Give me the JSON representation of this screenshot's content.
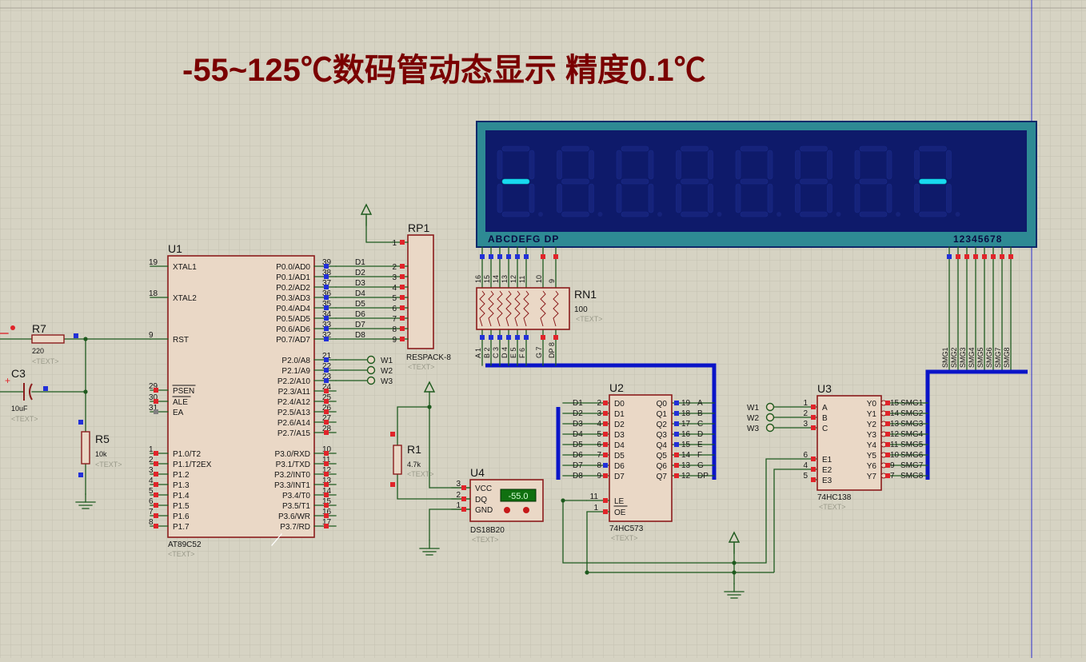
{
  "title": "-55~125℃数码管动态显示 精度0.1℃",
  "colors": {
    "background": "#d6d3c3",
    "grid": "#c4c1b1",
    "component_outline": "#8b1c1c",
    "component_fill": "#ead8c6",
    "wire": "#1e5a1e",
    "bus": "#0a14c8",
    "pin_red": "#e0242a",
    "pin_blue": "#2230d8",
    "text_dark": "#151515",
    "text_label": "#7a0000",
    "lcd_frame": "#2e8a94",
    "lcd_body": "#0e1a6a",
    "segment_lit": "#19d9f0"
  },
  "seven_seg": {
    "segment_label": "ABCDEFG DP",
    "digit_label": "12345678",
    "display_chars": [
      "-",
      "",
      "",
      "",
      "",
      "",
      "",
      "-"
    ]
  },
  "u1": {
    "ref": "U1",
    "part": "AT89C52",
    "text": "<TEXT>",
    "left_pins": [
      {
        "num": "19",
        "name": "XTAL1"
      },
      {
        "num": "18",
        "name": "XTAL2"
      },
      {
        "num": "9",
        "name": "RST"
      },
      {
        "num": "29",
        "name": "PSEN"
      },
      {
        "num": "30",
        "name": "ALE"
      },
      {
        "num": "31",
        "name": "EA"
      },
      {
        "num": "1",
        "name": "P1.0/T2"
      },
      {
        "num": "2",
        "name": "P1.1/T2EX"
      },
      {
        "num": "3",
        "name": "P1.2"
      },
      {
        "num": "4",
        "name": "P1.3"
      },
      {
        "num": "5",
        "name": "P1.4"
      },
      {
        "num": "6",
        "name": "P1.5"
      },
      {
        "num": "7",
        "name": "P1.6"
      },
      {
        "num": "8",
        "name": "P1.7"
      }
    ],
    "right_pins": [
      {
        "num": "39",
        "name": "P0.0/AD0",
        "net": "D1"
      },
      {
        "num": "38",
        "name": "P0.1/AD1",
        "net": "D2"
      },
      {
        "num": "37",
        "name": "P0.2/AD2",
        "net": "D3"
      },
      {
        "num": "36",
        "name": "P0.3/AD3",
        "net": "D4"
      },
      {
        "num": "35",
        "name": "P0.4/AD4",
        "net": "D5"
      },
      {
        "num": "34",
        "name": "P0.5/AD5",
        "net": "D6"
      },
      {
        "num": "33",
        "name": "P0.6/AD6",
        "net": "D7"
      },
      {
        "num": "32",
        "name": "P0.7/AD7",
        "net": "D8"
      },
      {
        "num": "21",
        "name": "P2.0/A8",
        "net": "W1"
      },
      {
        "num": "22",
        "name": "P2.1/A9",
        "net": "W2"
      },
      {
        "num": "23",
        "name": "P2.2/A10",
        "net": "W3"
      },
      {
        "num": "24",
        "name": "P2.3/A11",
        "net": ""
      },
      {
        "num": "25",
        "name": "P2.4/A12",
        "net": ""
      },
      {
        "num": "26",
        "name": "P2.5/A13",
        "net": ""
      },
      {
        "num": "27",
        "name": "P2.6/A14",
        "net": ""
      },
      {
        "num": "28",
        "name": "P2.7/A15",
        "net": ""
      },
      {
        "num": "10",
        "name": "P3.0/RXD",
        "net": ""
      },
      {
        "num": "11",
        "name": "P3.1/TXD",
        "net": ""
      },
      {
        "num": "12",
        "name": "P3.2/INT0",
        "net": ""
      },
      {
        "num": "13",
        "name": "P3.3/INT1",
        "net": ""
      },
      {
        "num": "14",
        "name": "P3.4/T0",
        "net": ""
      },
      {
        "num": "15",
        "name": "P3.5/T1",
        "net": ""
      },
      {
        "num": "16",
        "name": "P3.6/WR",
        "net": ""
      },
      {
        "num": "17",
        "name": "P3.7/RD",
        "net": ""
      }
    ]
  },
  "rp1": {
    "ref": "RP1",
    "part": "RESPACK-8",
    "text": "<TEXT>",
    "pins": [
      "1",
      "2",
      "3",
      "4",
      "5",
      "6",
      "7",
      "8",
      "9"
    ]
  },
  "rn1": {
    "ref": "RN1",
    "value": "100",
    "text": "<TEXT>",
    "top_pins": [
      "16",
      "15",
      "14",
      "13",
      "12",
      "11",
      "10",
      "9"
    ],
    "bottom_pins": [
      "1",
      "2",
      "3",
      "4",
      "5",
      "6",
      "7",
      "8"
    ],
    "bottom_labels": [
      "A",
      "B",
      "C",
      "D",
      "E",
      "F",
      "G",
      "DP"
    ]
  },
  "r7": {
    "ref": "R7",
    "value": "220",
    "text": "<TEXT>"
  },
  "c3": {
    "ref": "C3",
    "value": "10uF",
    "text": "<TEXT>"
  },
  "r5": {
    "ref": "R5",
    "value": "10k",
    "text": "<TEXT>"
  },
  "r1": {
    "ref": "R1",
    "value": "4.7k",
    "text": "<TEXT>"
  },
  "u4": {
    "ref": "U4",
    "part": "DS18B20",
    "text": "<TEXT>",
    "reading": "-55.0",
    "pins": [
      {
        "num": "3",
        "name": "VCC"
      },
      {
        "num": "2",
        "name": "DQ"
      },
      {
        "num": "1",
        "name": "GND"
      }
    ]
  },
  "u2": {
    "ref": "U2",
    "part": "74HC573",
    "text": "<TEXT>",
    "inputs": [
      {
        "net": "D1",
        "num": "2",
        "name": "D0"
      },
      {
        "net": "D2",
        "num": "3",
        "name": "D1"
      },
      {
        "net": "D3",
        "num": "4",
        "name": "D2"
      },
      {
        "net": "D4",
        "num": "5",
        "name": "D3"
      },
      {
        "net": "D5",
        "num": "6",
        "name": "D4"
      },
      {
        "net": "D6",
        "num": "7",
        "name": "D5"
      },
      {
        "net": "D7",
        "num": "8",
        "name": "D6"
      },
      {
        "net": "D8",
        "num": "9",
        "name": "D7"
      }
    ],
    "outputs": [
      {
        "name": "Q0",
        "num": "19",
        "net": "A"
      },
      {
        "name": "Q1",
        "num": "18",
        "net": "B"
      },
      {
        "name": "Q2",
        "num": "17",
        "net": "C"
      },
      {
        "name": "Q3",
        "num": "16",
        "net": "D"
      },
      {
        "name": "Q4",
        "num": "15",
        "net": "E"
      },
      {
        "name": "Q5",
        "num": "14",
        "net": "F"
      },
      {
        "name": "Q6",
        "num": "13",
        "net": "G"
      },
      {
        "name": "Q7",
        "num": "12",
        "net": "DP"
      }
    ],
    "control": [
      {
        "num": "11",
        "name": "LE"
      },
      {
        "num": "1",
        "name": "OE"
      }
    ]
  },
  "u3": {
    "ref": "U3",
    "part": "74HC138",
    "text": "<TEXT>",
    "inputs": [
      {
        "net": "W1",
        "num": "1",
        "name": "A"
      },
      {
        "net": "W2",
        "num": "2",
        "name": "B"
      },
      {
        "net": "W3",
        "num": "3",
        "name": "C"
      }
    ],
    "enables": [
      {
        "num": "6",
        "name": "E1"
      },
      {
        "num": "4",
        "name": "E2"
      },
      {
        "num": "5",
        "name": "E3"
      }
    ],
    "outputs": [
      {
        "name": "Y0",
        "num": "15",
        "net": "SMG1"
      },
      {
        "name": "Y1",
        "num": "14",
        "net": "SMG2"
      },
      {
        "name": "Y2",
        "num": "13",
        "net": "SMG3"
      },
      {
        "name": "Y3",
        "num": "12",
        "net": "SMG4"
      },
      {
        "name": "Y4",
        "num": "11",
        "net": "SMG5"
      },
      {
        "name": "Y5",
        "num": "10",
        "net": "SMG6"
      },
      {
        "name": "Y6",
        "num": "9",
        "net": "SMG7"
      },
      {
        "name": "Y7",
        "num": "7",
        "net": "SMG8"
      }
    ]
  },
  "smg_bus_labels": [
    "SMG1",
    "SMG2",
    "SMG3",
    "SMG4",
    "SMG5",
    "SMG6",
    "SMG7",
    "SMG8"
  ]
}
